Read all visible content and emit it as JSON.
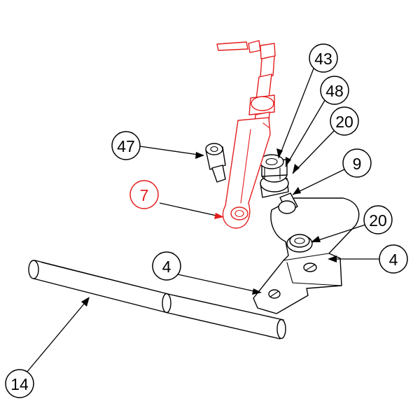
{
  "diagram": {
    "highlight_color": "#e41e1e",
    "line_color": "#000000",
    "callouts": [
      {
        "id": "c43",
        "label": "43",
        "color": "#000000"
      },
      {
        "id": "c48",
        "label": "48",
        "color": "#000000"
      },
      {
        "id": "c20a",
        "label": "20",
        "color": "#000000"
      },
      {
        "id": "c9",
        "label": "9",
        "color": "#000000"
      },
      {
        "id": "c47",
        "label": "47",
        "color": "#000000"
      },
      {
        "id": "c7",
        "label": "7",
        "color": "#e41e1e"
      },
      {
        "id": "c20b",
        "label": "20",
        "color": "#000000"
      },
      {
        "id": "c4a",
        "label": "4",
        "color": "#000000"
      },
      {
        "id": "c4b",
        "label": "4",
        "color": "#000000"
      },
      {
        "id": "c14",
        "label": "14",
        "color": "#000000"
      }
    ]
  }
}
